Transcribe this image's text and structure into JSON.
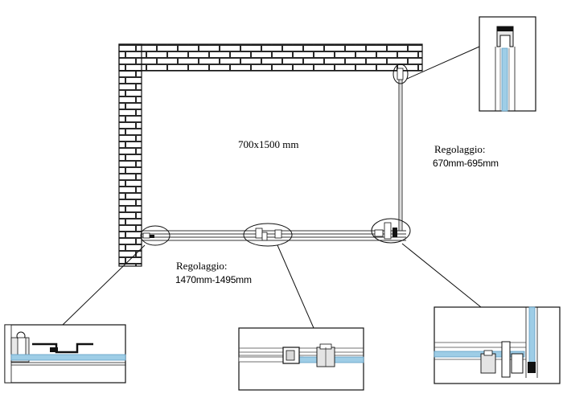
{
  "diagram": {
    "dimension_label": "700x1500 mm",
    "adjust_right": {
      "title": "Regolaggio:",
      "range": "670mm-695mm"
    },
    "adjust_bottom": {
      "title": "Regolaggio:",
      "range": "1470mm-1495mm"
    }
  },
  "colors": {
    "glass": "#9ecde6",
    "glass_edge": "#5f9fc4",
    "line": "#1a1a1a",
    "metal": "#d9d9d9"
  }
}
